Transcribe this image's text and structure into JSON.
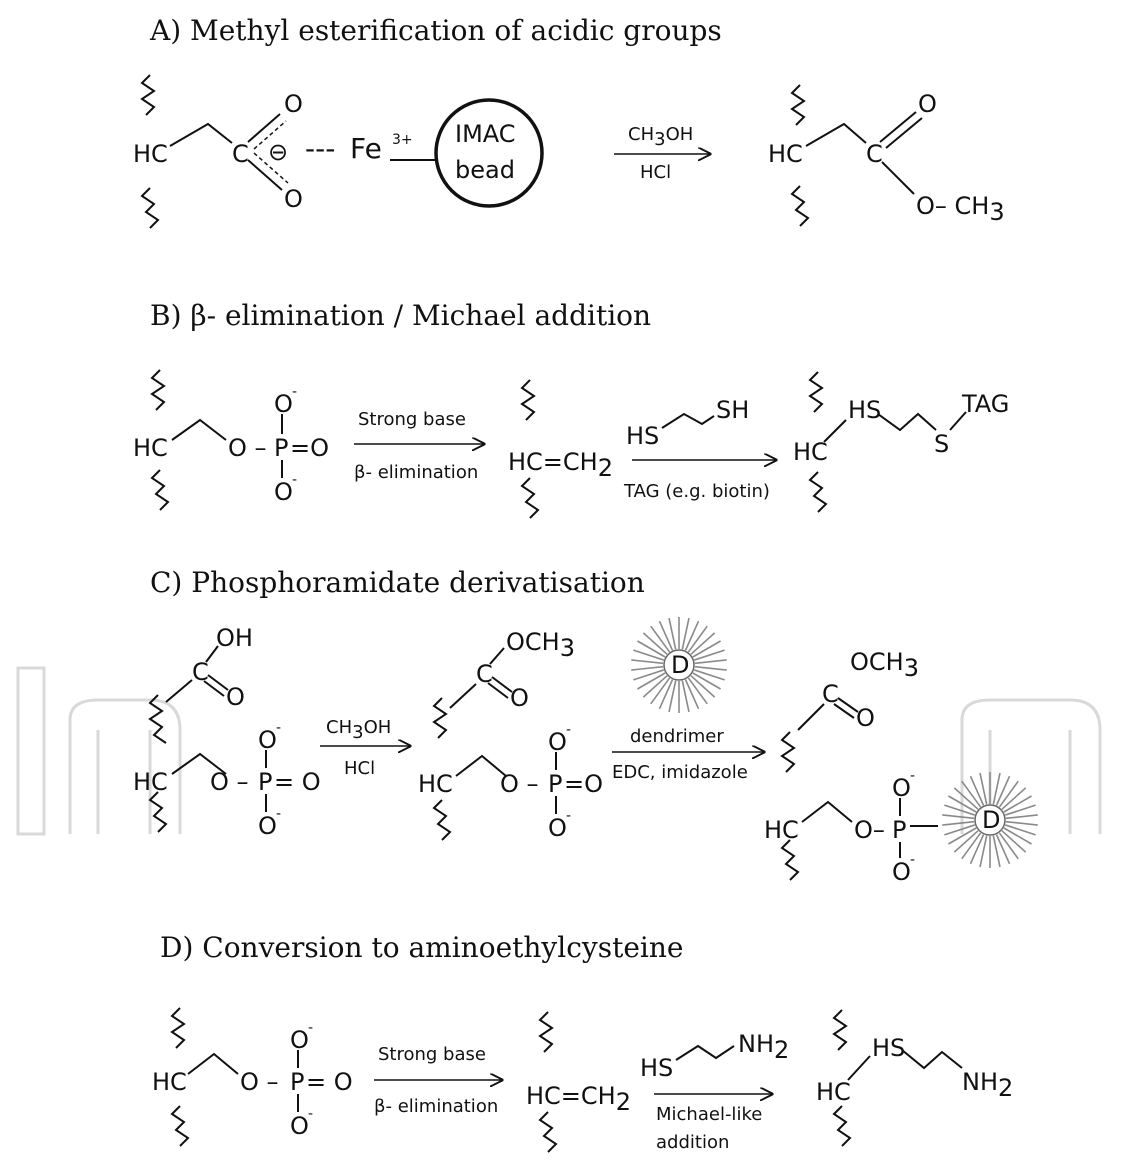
{
  "titles": {
    "a": "A) Methyl esterification of acidic groups",
    "b": "B) β- elimination / Michael addition",
    "c": "C) Phosphoramidate derivatisation",
    "d": "D) Conversion to aminoethylcysteine"
  },
  "atoms": {
    "hc": "HC",
    "c": "C",
    "o": "O",
    "oh": "OH",
    "s": "S",
    "p": "P",
    "ominus_p": "O",
    "d": "D",
    "fe": "Fe",
    "fe_charge": "3+",
    "fe_dash": "---",
    "ominus": "⊖",
    "eq_o": "=O",
    "eq_o_sp": "= O",
    "o_dash": "O –",
    "o_dash2": "O–",
    "o_ch3": "O– CH",
    "och": "OCH",
    "sub3": "3",
    "sub2": "2",
    "minus": "-",
    "hc_eq_ch": "HC=CH",
    "hs": "HS",
    "sh": "SH",
    "nh": "NH",
    "tag": "TAG",
    "bead_line1": "IMAC",
    "bead_line2": "bead"
  },
  "conditions": {
    "ch3oh": "CH",
    "ch3oh_tail": "OH",
    "hcl": "HCl",
    "strong_base": "Strong base",
    "beta_elim": "β- elimination",
    "tag_biotin": "TAG (e.g. biotin)",
    "dendrimer": "dendrimer",
    "edc": "EDC, imidazole",
    "michael_like": "Michael-like",
    "addition": "addition"
  }
}
